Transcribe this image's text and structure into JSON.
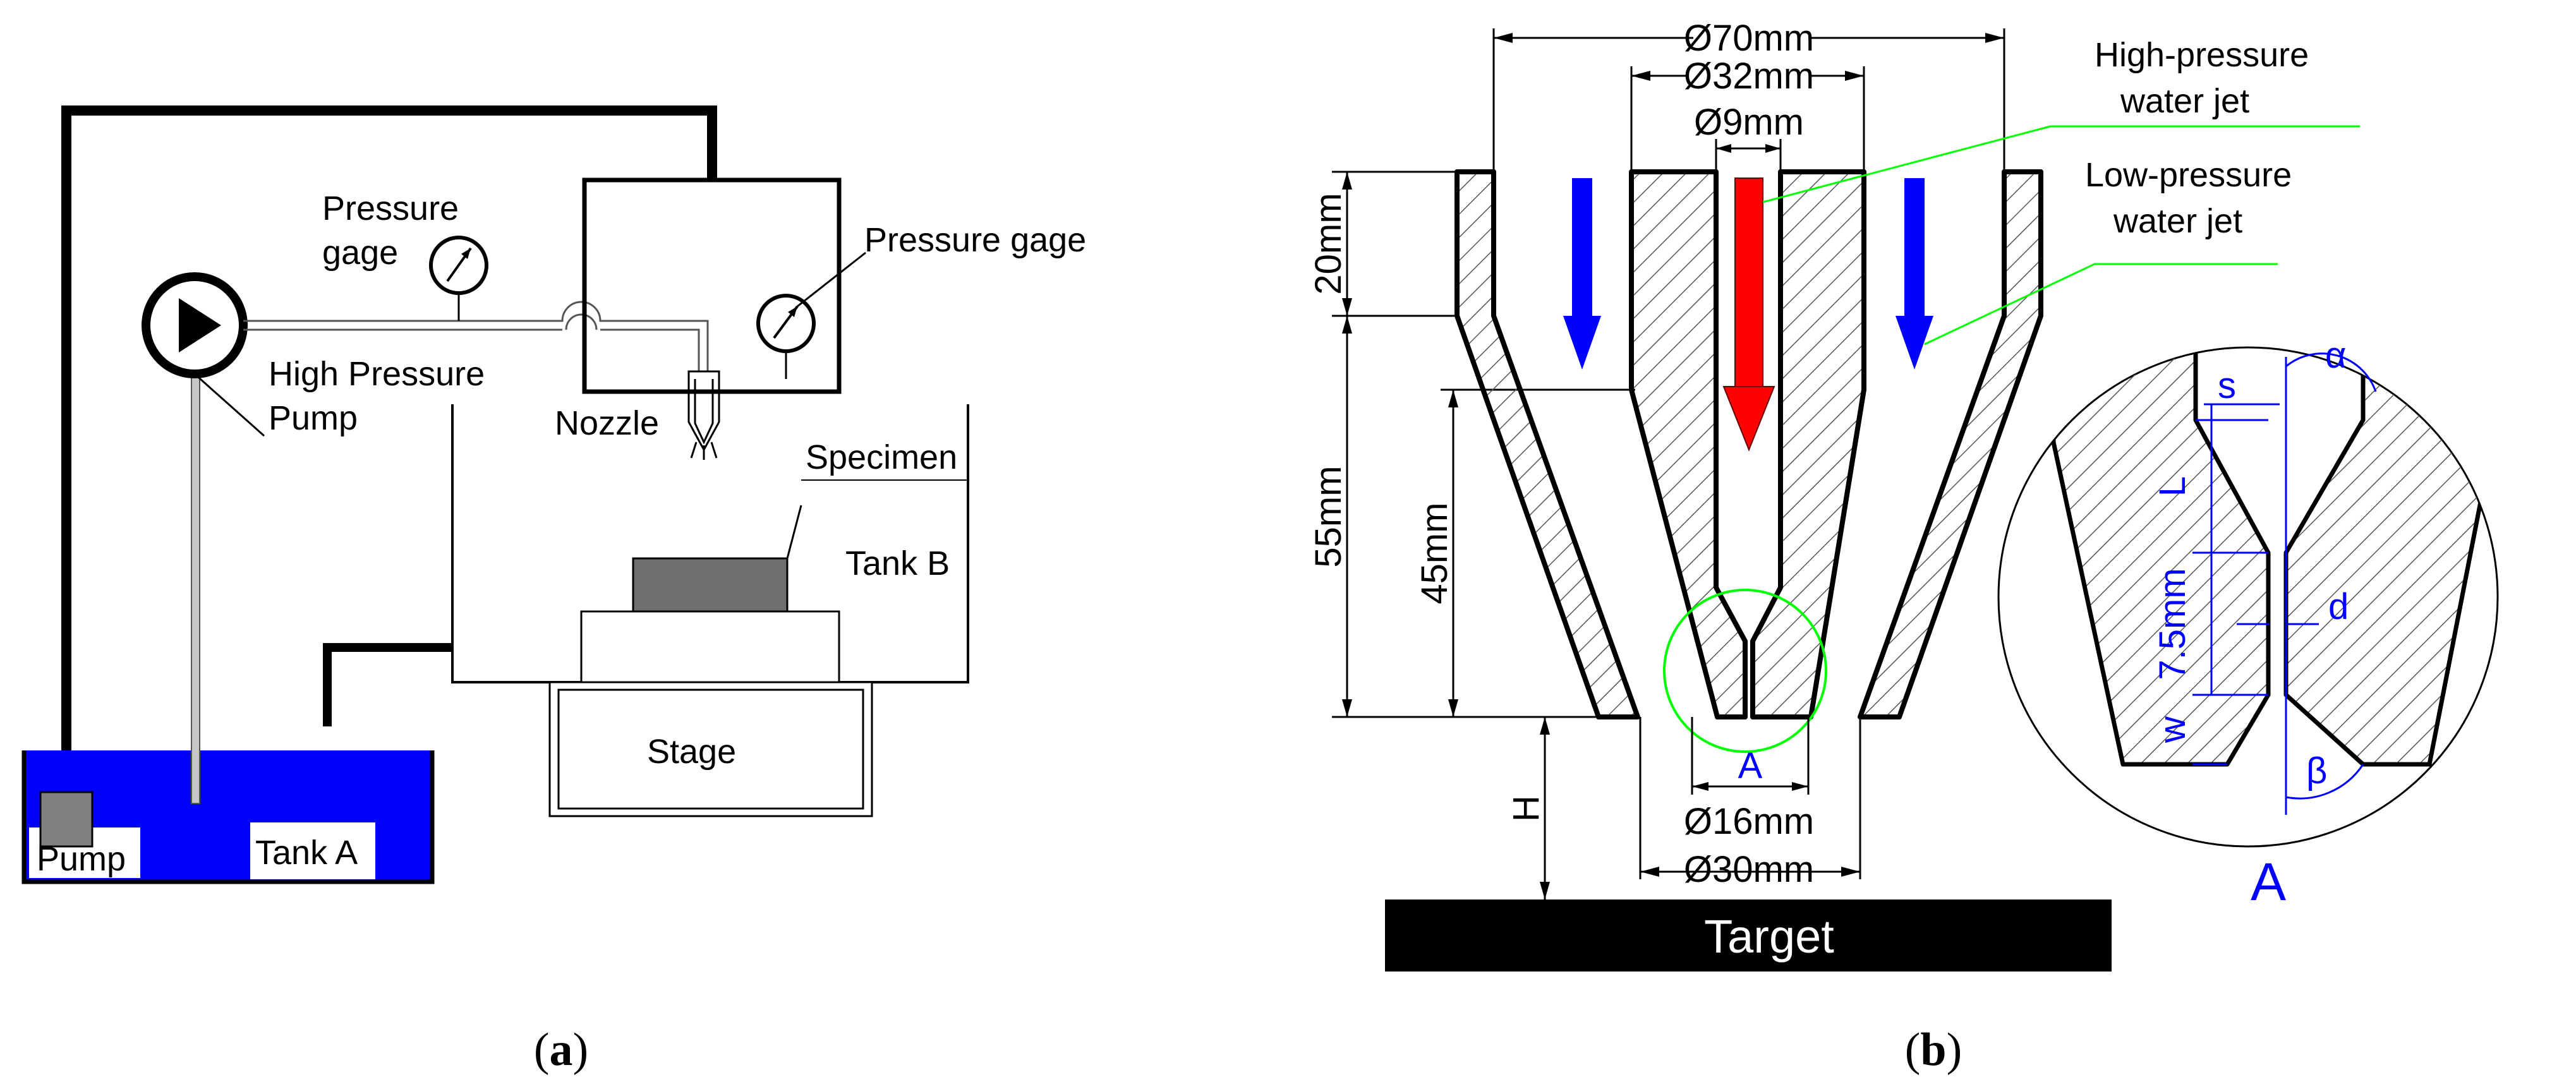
{
  "panel_a": {
    "caption_letter": "a",
    "labels": {
      "pressure_gage_1_line1": "Pressure",
      "pressure_gage_1_line2": "gage",
      "pressure_gage_2": "Pressure gage",
      "pump_name_line1": "High Pressure",
      "pump_name_line2": "Pump",
      "nozzle": "Nozzle",
      "specimen": "Specimen",
      "tank_b": "Tank B",
      "stage": "Stage",
      "pump": "Pump",
      "tank_a": "Tank A"
    },
    "colors": {
      "water": "#0000ff",
      "specimen": "#707070",
      "pump_block": "#808080",
      "pipe": "#a0a0a0"
    }
  },
  "panel_b": {
    "caption_letter": "b",
    "dimensions": {
      "outer_diameter": "Ø70mm",
      "middle_diameter": "Ø32mm",
      "inner_diameter": "Ø9mm",
      "top_height": "20mm",
      "total_height": "55mm",
      "inner_height": "45mm",
      "bottom_inner_diameter": "Ø16mm",
      "bottom_outer_diameter": "Ø30mm",
      "standoff": "H",
      "section_marker": "A"
    },
    "jets": {
      "high_pressure_line1": "High-pressure",
      "high_pressure_line2": "water jet",
      "low_pressure_line1": "Low-pressure",
      "low_pressure_line2": "water jet"
    },
    "target": "Target",
    "detail": {
      "title": "A",
      "alpha": "α",
      "beta": "β",
      "s": "s",
      "L": "L",
      "d": "d",
      "length": "7.5mm",
      "w": "w"
    },
    "colors": {
      "high_pressure_arrow": "#ff0000",
      "low_pressure_arrow": "#0000ff",
      "leader": "#00ff00",
      "detail_dims": "#0000ff",
      "target": "#000000"
    }
  }
}
